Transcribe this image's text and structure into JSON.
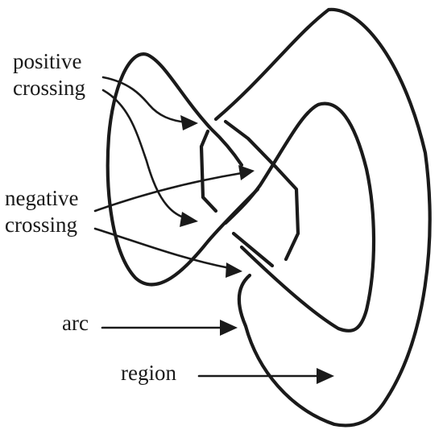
{
  "labels": {
    "positive_crossing": [
      "positive",
      "crossing"
    ],
    "negative_crossing": [
      "negative",
      "crossing"
    ],
    "arc": "arc",
    "region": "region"
  },
  "colors": {
    "ink": "#1a1a1a",
    "background": "#ffffff"
  }
}
